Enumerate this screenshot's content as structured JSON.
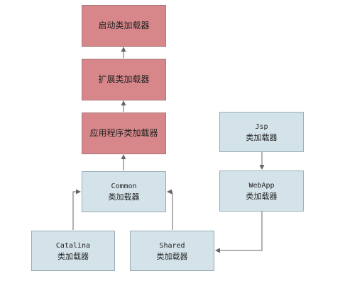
{
  "nodes": {
    "bootstrap": {
      "title": "启动类加载器"
    },
    "extension": {
      "title": "扩展类加载器"
    },
    "application": {
      "title": "应用程序类加载器"
    },
    "common": {
      "name": "Common",
      "title": "类加载器"
    },
    "catalina": {
      "name": "Catalina",
      "title": "类加载器"
    },
    "shared": {
      "name": "Shared",
      "title": "类加载器"
    },
    "webapp": {
      "name": "WebApp",
      "title": "类加载器"
    },
    "jsp": {
      "name": "Jsp",
      "title": "类加载器"
    }
  },
  "colors": {
    "system_loader_fill": "#d7878a",
    "tomcat_loader_fill": "#d4e3ea",
    "connector": "#666666"
  }
}
